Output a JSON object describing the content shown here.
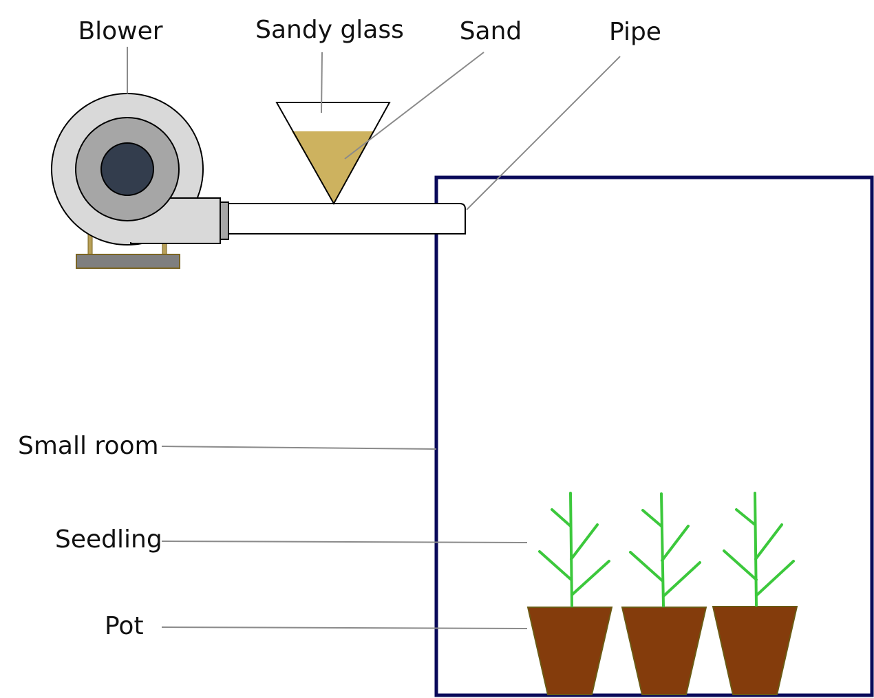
{
  "labels": {
    "blower": "Blower",
    "sandy_glass": "Sandy glass",
    "sand": "Sand",
    "pipe": "Pipe",
    "small_room": "Small room",
    "seedling": "Seedling",
    "pot": "Pot"
  },
  "colors": {
    "room_border": "#0a0a5a",
    "sand": "#cdb25f",
    "blower_outer": "#d9d9d9",
    "blower_mid": "#a6a6a6",
    "blower_core": "#333d4d",
    "stand": "#7f7f7f",
    "stand_outline": "#7a6422",
    "pot": "#843c0c",
    "pot_outline": "#6b5a14",
    "seedling": "#3cc83c",
    "leader_line": "#8a8a8a"
  },
  "icons": {
    "blower": "blower-icon",
    "funnel": "funnel-icon",
    "pipe": "pipe-icon",
    "pot": "pot-icon",
    "seedling": "seedling-icon"
  },
  "components": {
    "pots": [
      "pot-1",
      "pot-2",
      "pot-3"
    ],
    "seedlings": [
      "seedling-1",
      "seedling-2",
      "seedling-3"
    ]
  }
}
